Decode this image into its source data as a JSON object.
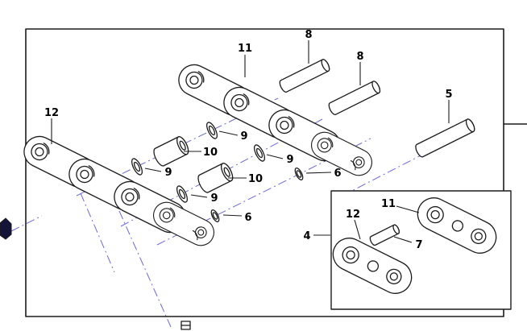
{
  "diagram": {
    "callouts": {
      "rail_top": "11",
      "pin_top": "8",
      "pin_upper_right": "8",
      "pin_right": "5",
      "rail_left": "12",
      "seal_top": "9",
      "bushing_top": "10",
      "seal_right": "9",
      "seal_left": "9",
      "bushing_mid": "10",
      "ring_right": "6",
      "seal_bottom": "9",
      "ring_bottom": "6",
      "inset_box": "4",
      "inset_rail_left": "12",
      "inset_rail_right": "11",
      "inset_pin": "7"
    },
    "colors": {
      "line": "#1c1c1c",
      "centerline": "#6b6bd6",
      "background": "#ffffff"
    }
  }
}
